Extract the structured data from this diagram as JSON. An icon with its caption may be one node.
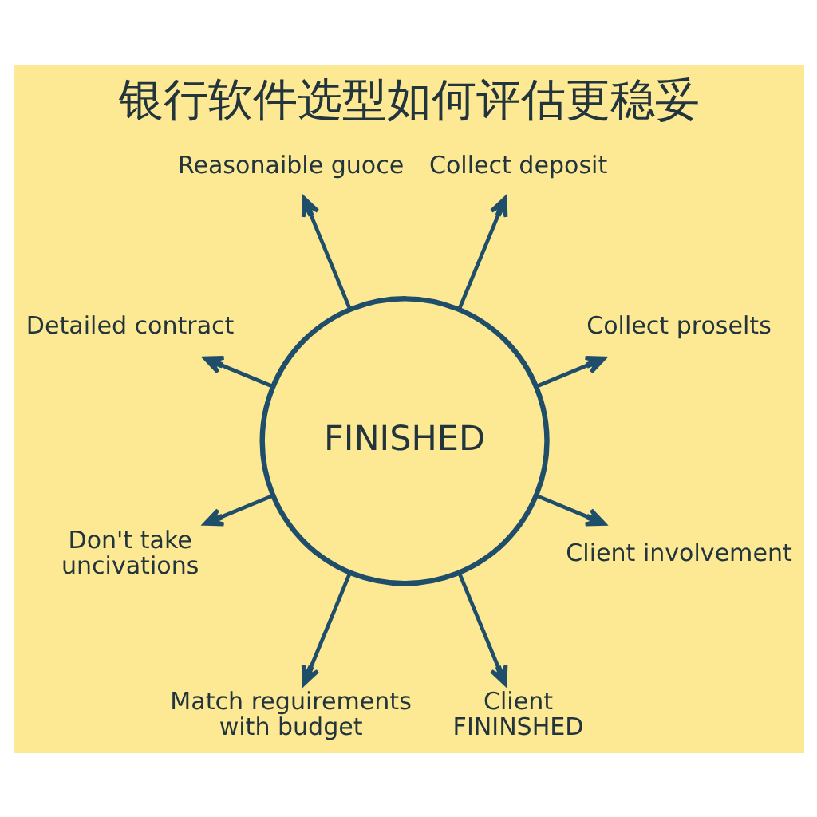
{
  "diagram": {
    "title": "银行软件选型如何评估更稳妥",
    "nodes": [
      {
        "text": [
          "Reasonaible guoce"
        ]
      },
      {
        "text": [
          "Detailed contract"
        ]
      },
      {
        "text": [
          "Collect deposit"
        ]
      },
      {
        "text": [
          "Don't take uncivations"
        ]
      },
      {
        "text": [
          "FINISHED"
        ]
      },
      {
        "text": [
          "Collect proselts"
        ]
      },
      {
        "text": [
          "Match reguirements with budget"
        ]
      },
      {
        "text": [
          "Client involvement"
        ]
      },
      {
        "text": [
          "Client",
          "FININSHED"
        ]
      }
    ],
    "edges": [
      {
        "from": 4,
        "to": 0,
        "arrow": "to"
      },
      {
        "from": 4,
        "to": 2,
        "arrow": "to"
      },
      {
        "from": 4,
        "to": 5,
        "arrow": "to"
      },
      {
        "from": 4,
        "to": 7,
        "arrow": "to"
      },
      {
        "from": 4,
        "to": 8,
        "arrow": "to"
      },
      {
        "from": 4,
        "to": 6,
        "arrow": "to"
      },
      {
        "from": 4,
        "to": 3,
        "arrow": "to"
      },
      {
        "from": 4,
        "to": 1,
        "arrow": "to"
      }
    ]
  }
}
